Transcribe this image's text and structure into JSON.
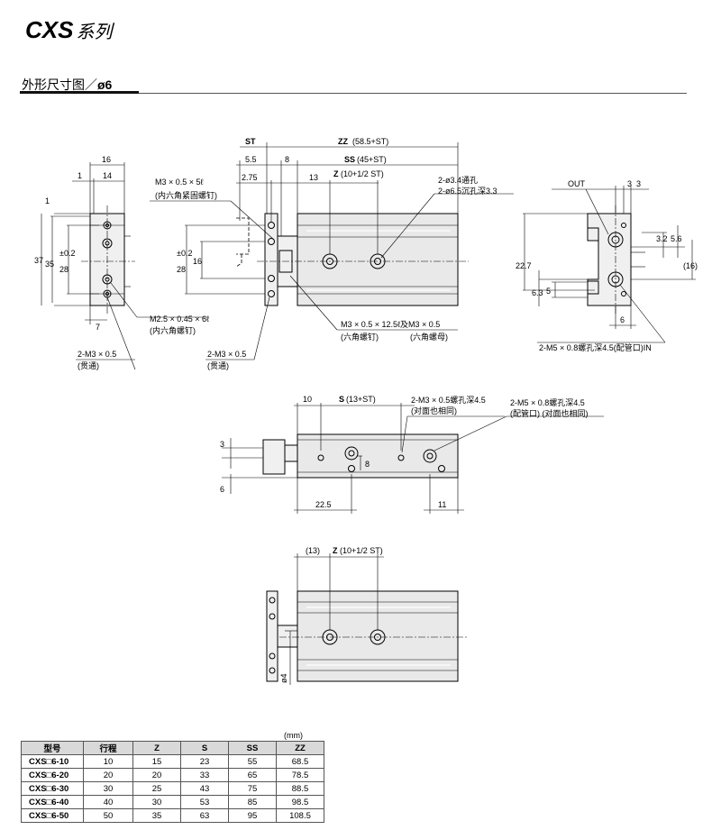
{
  "header": {
    "series_code": "CXS",
    "series_suffix": "系列"
  },
  "section": {
    "title_prefix": "外形尺寸图／",
    "title_bore": "ø6"
  },
  "unit": "(mm)",
  "table": {
    "columns": [
      "型号",
      "行程",
      "Z",
      "S",
      "SS",
      "ZZ"
    ],
    "rows": [
      [
        "CXS□6-10",
        "10",
        "15",
        "23",
        "55",
        "68.5"
      ],
      [
        "CXS□6-20",
        "20",
        "20",
        "33",
        "65",
        "78.5"
      ],
      [
        "CXS□6-30",
        "30",
        "25",
        "43",
        "75",
        "88.5"
      ],
      [
        "CXS□6-40",
        "40",
        "30",
        "53",
        "85",
        "98.5"
      ],
      [
        "CXS□6-50",
        "50",
        "35",
        "63",
        "95",
        "108.5"
      ]
    ]
  },
  "labels": {
    "d16": "16",
    "d1": "1",
    "d14": "14",
    "d1v": "1",
    "d37": "37",
    "d35": "35",
    "d28l": "28",
    "d28tol": "±0.2",
    "d7": "7",
    "m25": "M2.5 × 0.45 × 6ℓ",
    "m25b": "(内六角螺钉)",
    "m3l": "2-M3 × 0.5",
    "m3lb": "(贯通)",
    "st": "ST",
    "zz": "ZZ",
    "zzv": "(58.5+ST)",
    "d55": "5.5",
    "d8": "8",
    "ss": "SS",
    "ssv": "(45+ST)",
    "d275": "2.75",
    "d13": "13",
    "z": "Z",
    "zv": "(10+1/2 ST)",
    "m35": "M3 × 0.5 × 5ℓ",
    "m35b": "(内六角紧固螺钉)",
    "d28m": "28",
    "d28mtol": "±0.2",
    "d16m": "16",
    "h34": "2-ø3.4通孔",
    "h65": "2-ø6.5沉孔深3.3",
    "m3125": "M3 × 0.5 × 12.5ℓ及M3 × 0.5",
    "m3125b": "(六角螺钉)",
    "m3125c": "(六角螺母)",
    "m3m": "2-M3 × 0.5",
    "m3mb": "(贯通)",
    "out": "OUT",
    "d3a": "3",
    "d3b": "3",
    "d32": "3.2",
    "d56": "5.6",
    "d227": "22.7",
    "d16r": "(16)",
    "d63": "6.3",
    "d5": "5",
    "d6": "6",
    "m5in": "2-M5 × 0.8螺孔深4.5(配管口)IN",
    "d10": "10",
    "s": "S",
    "sv": "(13+ST)",
    "m3d": "2-M3 × 0.5螺孔深4.5",
    "m3db": "(对面也相同)",
    "m5d": "2-M5 × 0.8螺孔深4.5",
    "m5db": "(配管口) (对面也相同)",
    "d3t": "3",
    "d6t": "6",
    "d8t": "8",
    "d225": "22.5",
    "d11": "11",
    "d13b": "(13)",
    "zb": "Z",
    "zbv": "(10+1/2 ST)",
    "o4": "ø4"
  }
}
